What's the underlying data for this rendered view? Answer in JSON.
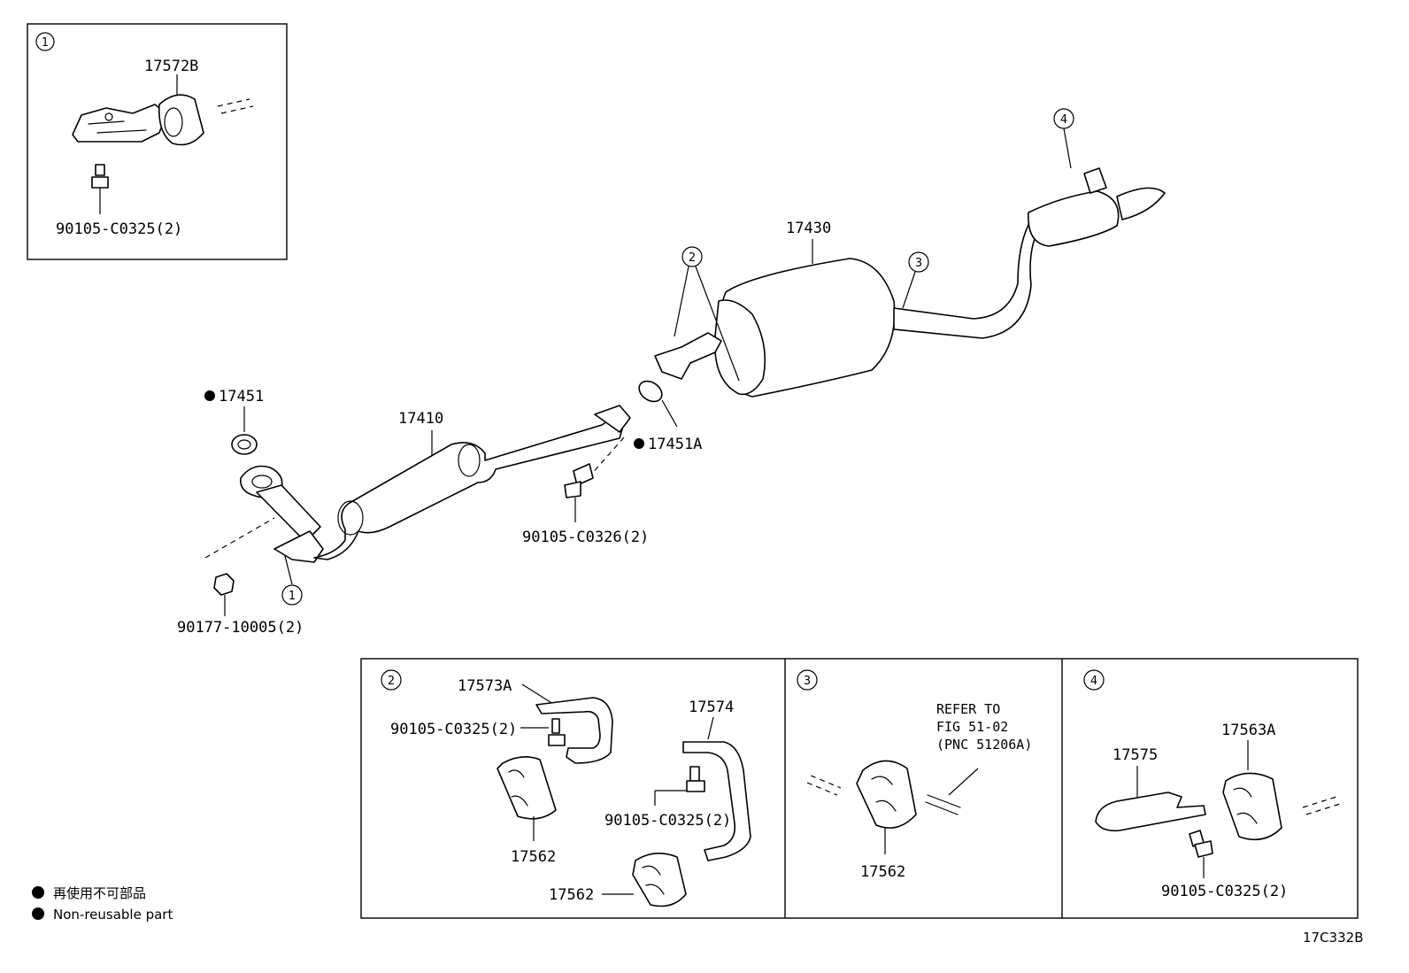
{
  "callouts": {
    "c1": "1",
    "c2": "2",
    "c3": "3",
    "c4": "4"
  },
  "parts": {
    "p17572B": "17572B",
    "p90105_C0325_inset1": "90105-C0325(2)",
    "p17451": "17451",
    "p17410": "17410",
    "p17451A": "17451A",
    "p90105_C0326": "90105-C0326(2)",
    "p90177_10005": "90177-10005(2)",
    "p17430": "17430",
    "p17573A": "17573A",
    "p90105_C0325_a": "90105-C0325(2)",
    "p17574": "17574",
    "p90105_C0325_b": "90105-C0325(2)",
    "p17562_a": "17562",
    "p17562_b": "17562",
    "p17562_c": "17562",
    "p17575": "17575",
    "p17563A": "17563A",
    "p90105_C0325_c": "90105-C0325(2)"
  },
  "refer": {
    "line1": "REFER TO",
    "line2": "FIG 51-02",
    "line3": "(PNC 51206A)"
  },
  "legend": {
    "jp": "再使用不可部品",
    "en": "Non-reusable part"
  },
  "figure_id": "17C332B"
}
